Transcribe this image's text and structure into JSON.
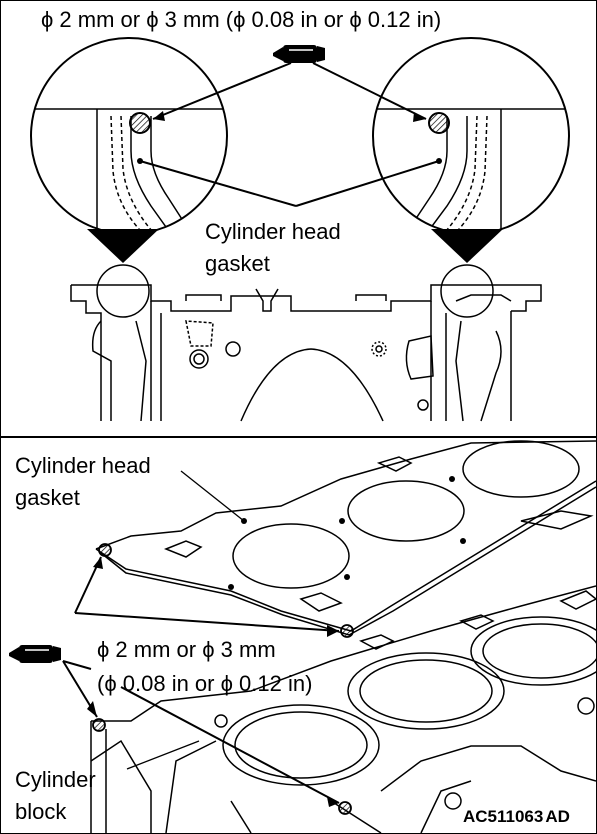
{
  "upper_panel": {
    "sealant_size": "ϕ 2 mm or ϕ 3 mm (ϕ 0.08 in or ϕ 0.12 in)",
    "gasket_label_line1": "Cylinder head",
    "gasket_label_line2": "gasket"
  },
  "lower_panel": {
    "gasket_label_line1": "Cylinder head",
    "gasket_label_line2": "gasket",
    "sealant_size_line1": "ϕ 2 mm or ϕ 3 mm",
    "sealant_size_line2": "(ϕ 0.08 in or ϕ 0.12 in)",
    "block_label_line1": "Cylinder",
    "block_label_line2": "block",
    "figure_code": "AC511063",
    "figure_code_suffix": "AD"
  },
  "icons": [
    "sealant-tube-icon",
    "sealant-tube-icon"
  ],
  "colors": {
    "line": "#000000",
    "hatch_fill": "#ffffff",
    "background": "#ffffff"
  }
}
